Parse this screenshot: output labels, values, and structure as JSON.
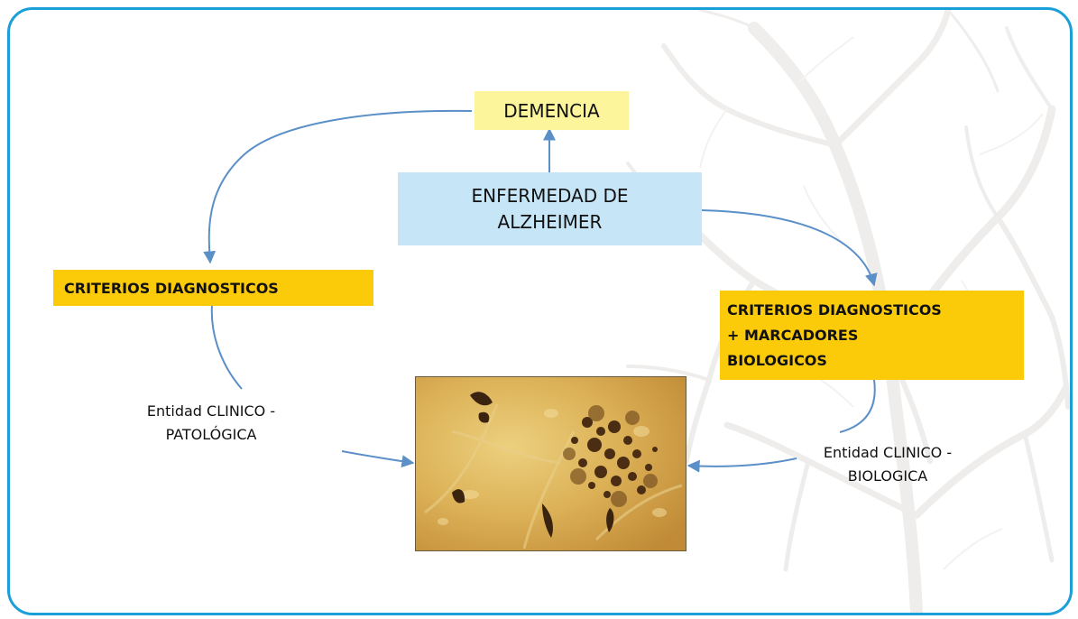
{
  "diagram": {
    "top_node": "DEMENCIA",
    "center_node": {
      "line1": "ENFERMEDAD DE",
      "line2": "ALZHEIMER"
    },
    "left_criteria": "CRITERIOS DIAGNOSTICOS",
    "right_criteria": {
      "line1": "CRITERIOS DIAGNOSTICOS",
      "line2": "+ MARCADORES",
      "line3": "BIOLOGICOS"
    },
    "left_entity": {
      "line1": "Entidad  CLINICO -",
      "line2": "PATOLÓGICA"
    },
    "right_entity": {
      "line1": "Entidad  CLINICO -",
      "line2": "BIOLOGICA"
    }
  },
  "colors": {
    "frame_border": "#1a9fd9",
    "demencia_fill": "#fcf59c",
    "alzheimer_fill": "#c6e6f7",
    "criteria_fill": "#fbcb0a",
    "arrow": "#5b8fc7"
  },
  "image": {
    "semantic": "brain-histology-micrograph"
  }
}
